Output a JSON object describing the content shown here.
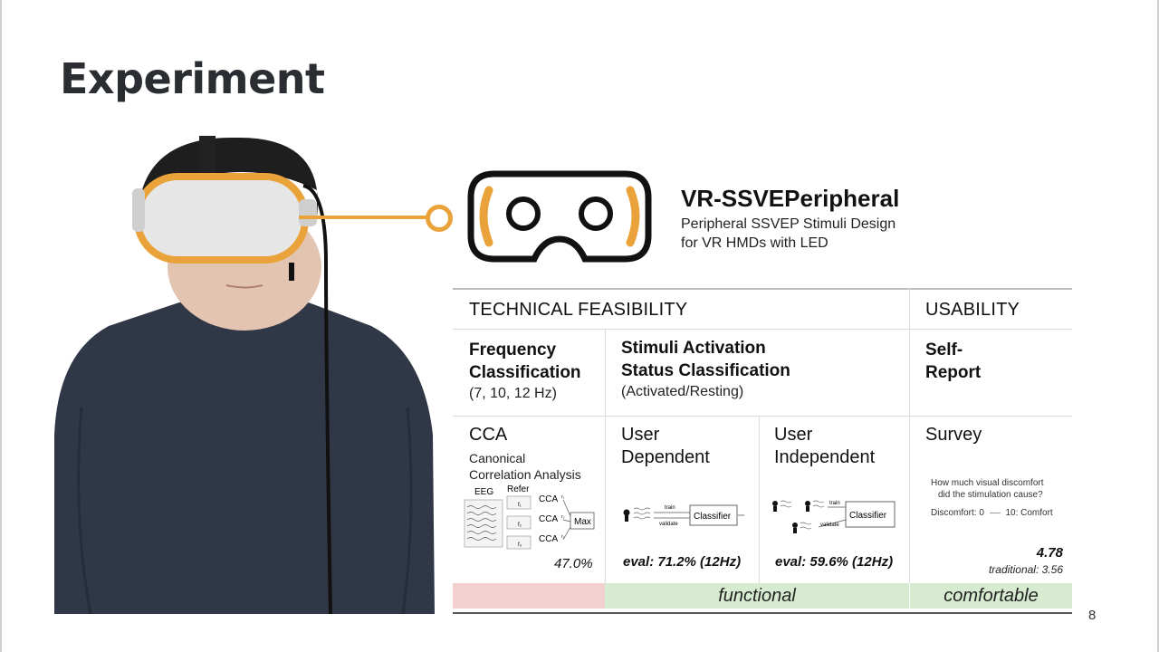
{
  "slide": {
    "title": "Experiment",
    "page_number": "8"
  },
  "brand": {
    "name": "VR-SSVEPeripheral",
    "subtitle_line1": "Peripheral SSVEP Stimuli Design",
    "subtitle_line2": "for VR HMDs with LED"
  },
  "table": {
    "header_left": "TECHNICAL FEASIBILITY",
    "header_right": "USABILITY",
    "col_freq": {
      "title_line1": "Frequency",
      "title_line2": "Classification",
      "note": "(7, 10, 12 Hz)"
    },
    "col_stimuli": {
      "title_line1": "Stimuli Activation",
      "title_line2": "Status Classification",
      "note": "(Activated/Resting)"
    },
    "col_self": {
      "title_line1": "Self-",
      "title_line2": "Report"
    },
    "cca": {
      "name": "CCA",
      "note_line1": "Canonical",
      "note_line2": "Correlation Analysis",
      "diagram": {
        "eeg": "EEG",
        "refer": "Refer",
        "box": "CCA",
        "max": "Max",
        "f1": "f₁",
        "f2": "f₂",
        "f3": "f₃",
        "r1": "r₁",
        "r2": "r₂",
        "r3": "r₃"
      },
      "result": "47.0%"
    },
    "user_dep": {
      "line1": "User",
      "line2": "Dependent",
      "train": "train",
      "validate": "validate",
      "classifier": "Classifier",
      "eval": "eval: 71.2% (12Hz)"
    },
    "user_indep": {
      "line1": "User",
      "line2": "Independent",
      "train": "train",
      "validate": "validate",
      "classifier": "Classifier",
      "eval": "eval: 59.6% (12Hz)"
    },
    "survey": {
      "name": "Survey",
      "question_line1": "How much visual discomfort",
      "question_line2": "did the stimulation cause?",
      "scale_left": "Discomfort: 0",
      "scale_right": "10: Comfort",
      "score": "4.78",
      "traditional": "traditional: 3.56"
    },
    "results": {
      "functional": "functional",
      "comfortable": "comfortable"
    }
  },
  "colors": {
    "accent_orange": "#eaa23a",
    "band_red": "#f3d0d0",
    "band_green": "#d6ebd0",
    "title_dark": "#2a2d32"
  }
}
